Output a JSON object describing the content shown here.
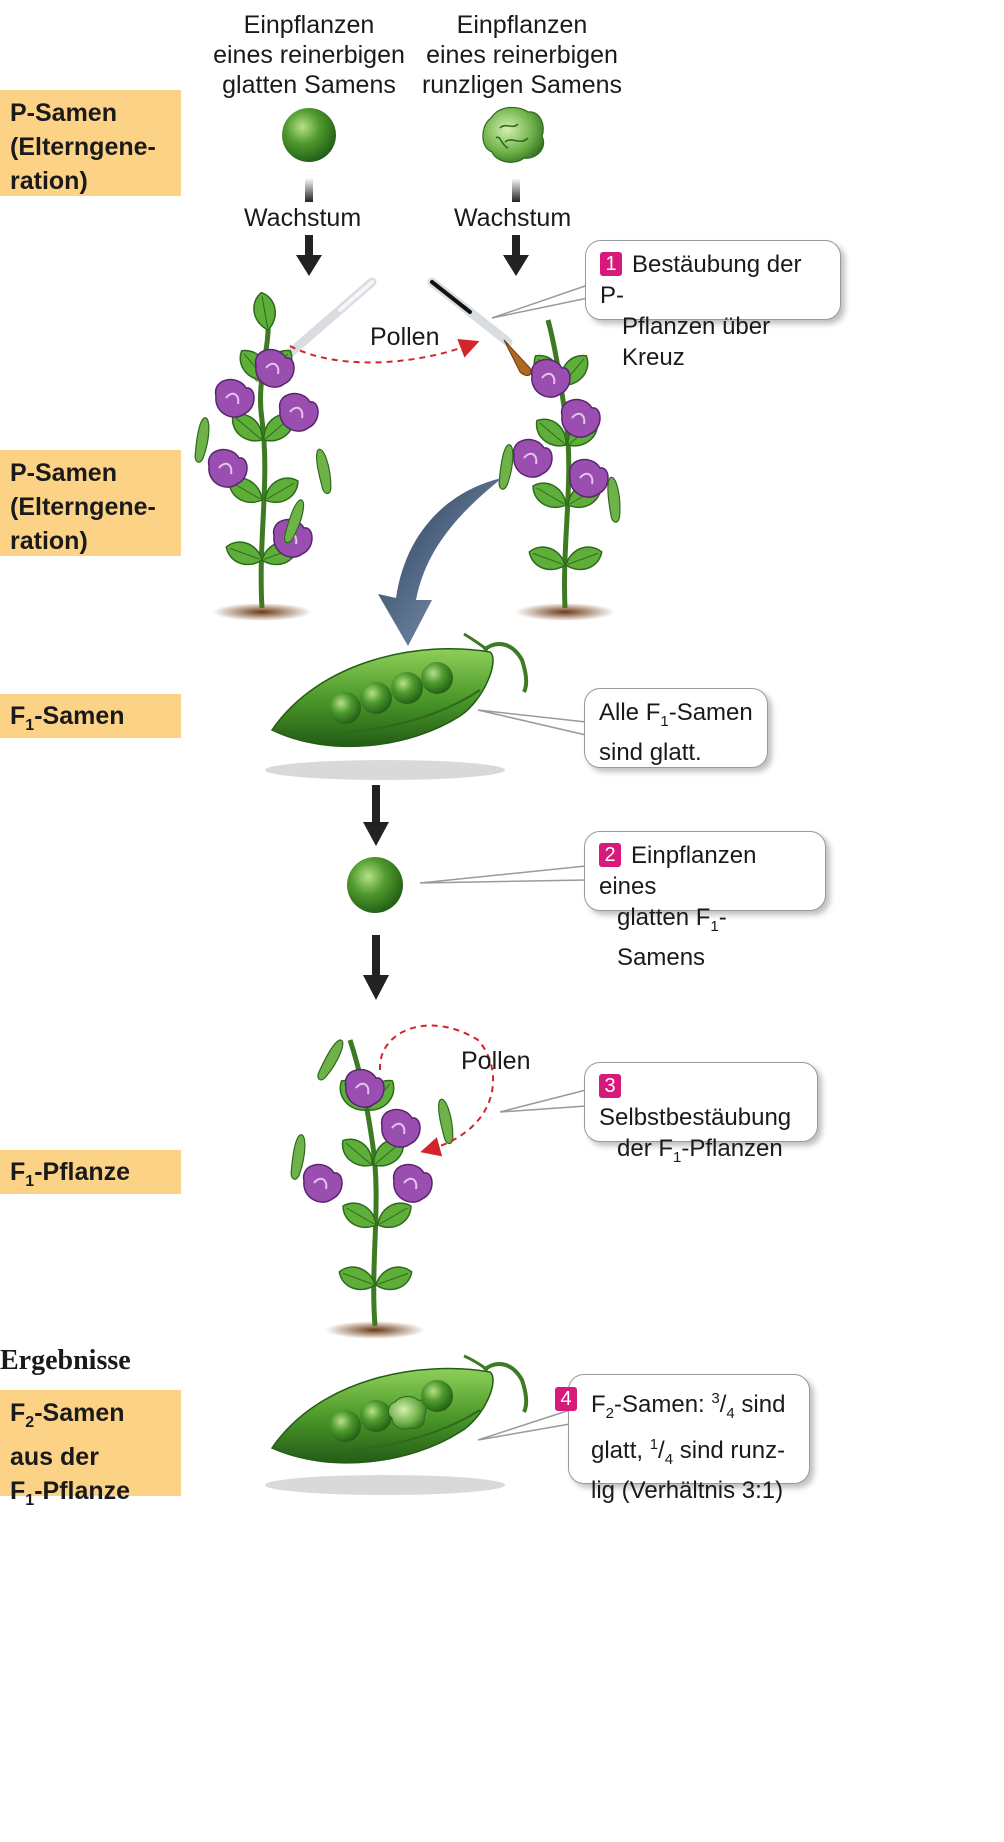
{
  "stage_labels": {
    "p_seeds_top": [
      "P-Samen",
      "(Elterngene-",
      "ration)"
    ],
    "p_plants": [
      "P-Samen",
      "(Elterngene-",
      "ration)"
    ],
    "f1_seeds": "F1-Samen",
    "f1_plant": "F1-Pflanze",
    "f2_seeds": [
      "F2-Samen",
      "aus der",
      "F1-Pflanze"
    ]
  },
  "top_left_text": [
    "Einpflanzen",
    "eines reinerbigen",
    "glatten Samens"
  ],
  "top_right_text": [
    "Einpflanzen",
    "eines reinerbigen",
    "runzligen Samens"
  ],
  "growth_label": "Wachstum",
  "pollen_label": "Pollen",
  "results_heading": "Ergebnisse",
  "callouts": {
    "c1": {
      "number": "1",
      "lines": [
        "Bestäubung der P-",
        "Pflanzen über Kreuz"
      ]
    },
    "c_all": {
      "lines": [
        "Alle F1-Samen",
        "sind glatt."
      ]
    },
    "c2": {
      "number": "2",
      "lines": [
        "Einpflanzen eines",
        "glatten F1-Samens"
      ]
    },
    "c3": {
      "number": "3",
      "lines": [
        "Selbstbestäubung",
        "der F1-Pflanzen"
      ]
    },
    "c4": {
      "number": "4",
      "lines": [
        "F2-Samen: 3/4 sind",
        "glatt, 1/4 sind runz-",
        "lig (Verhältnis 3:1)"
      ]
    }
  },
  "colors": {
    "label_bg": "#fcd386",
    "number_badge": "#d6197a",
    "pea_green": "#4f9a2e",
    "flower_purple": "#9a4fb0",
    "pollen_arrow": "#d0262b",
    "big_arrow": "#5a7290"
  }
}
